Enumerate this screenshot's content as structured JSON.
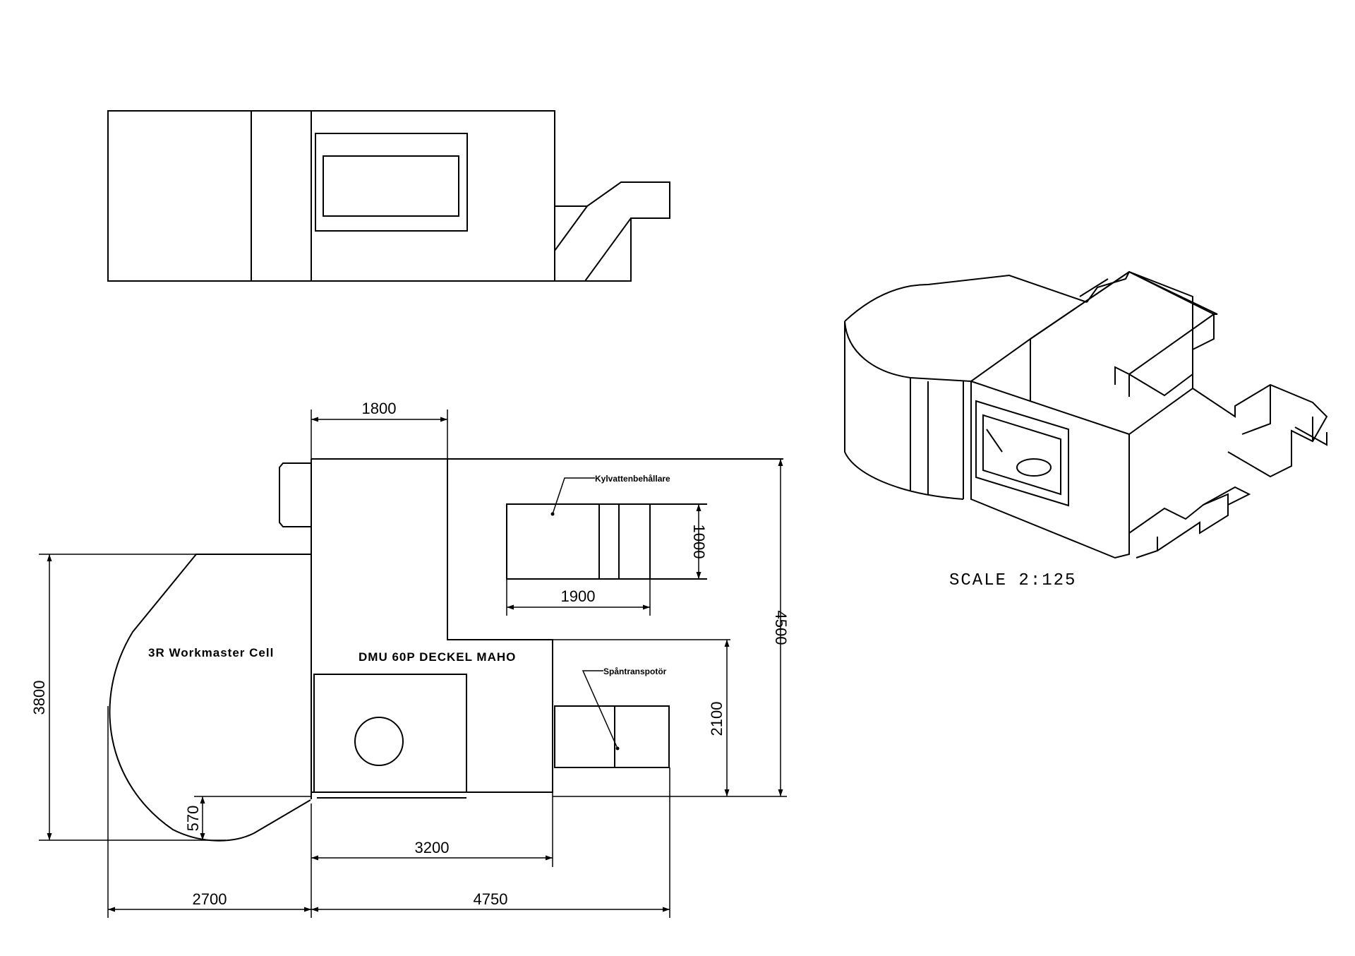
{
  "dimensions": {
    "d1800": "1800",
    "d1000": "1000",
    "d1900": "1900",
    "d4500": "4500",
    "d3800": "3800",
    "d2100": "2100",
    "d570": "570",
    "d3200": "3200",
    "d2700": "2700",
    "d4750": "4750"
  },
  "labels": {
    "cell": "3R Workmaster Cell",
    "machine": "DMU 60P DECKEL MAHO",
    "coolant_tank": "Kylvattenbehållare",
    "chip_conveyor": "Spåntranspotör"
  },
  "scale_text": "SCALE 2:125"
}
